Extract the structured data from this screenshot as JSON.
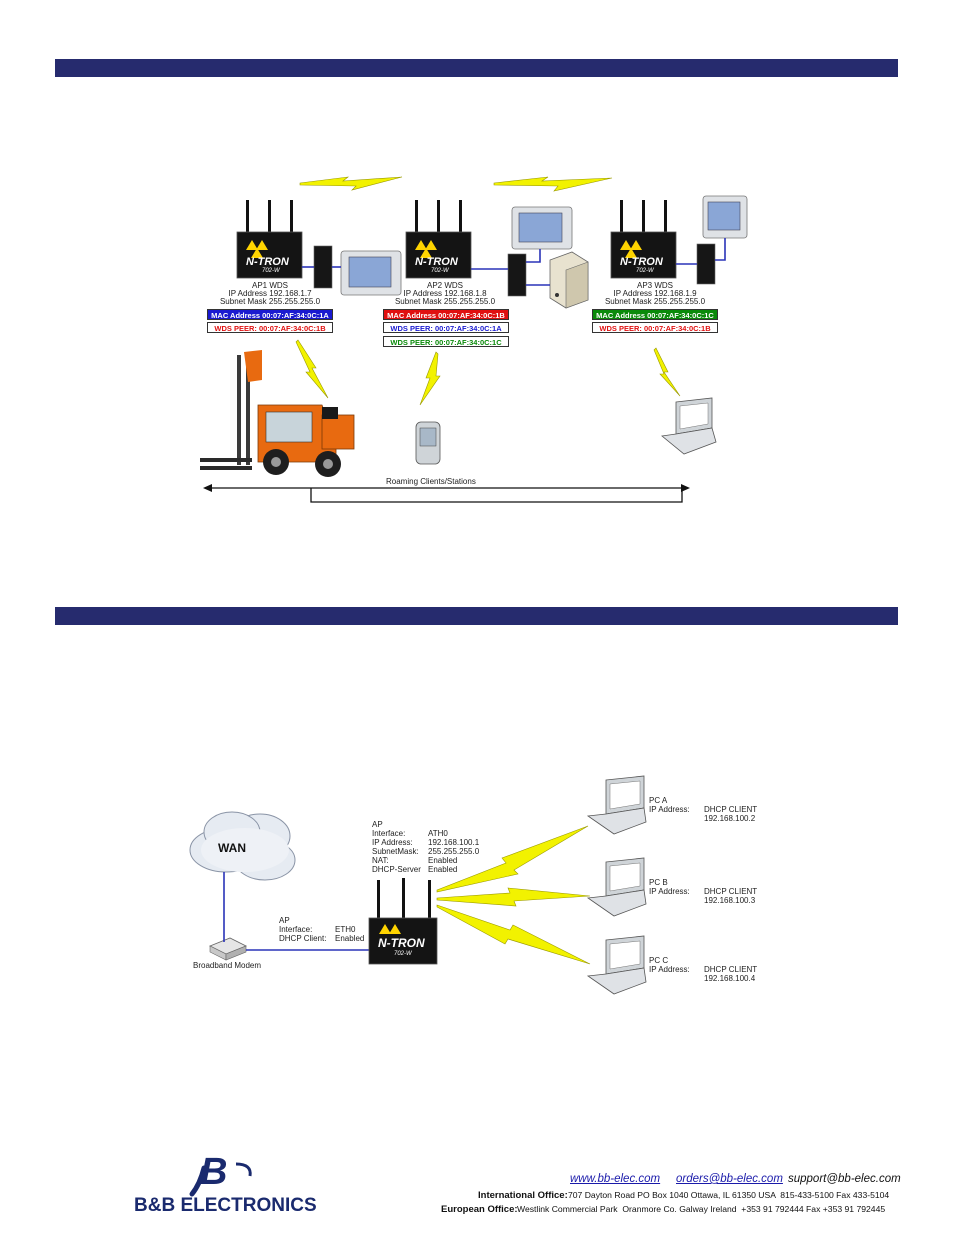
{
  "wds": {
    "ap1": {
      "title": "AP1 WDS",
      "ip": "IP Address 192.168.1.7",
      "mask": "Subnet Mask 255.255.255.0",
      "mac": "MAC Address 00:07:AF:34:0C:1A",
      "peer1": "WDS PEER:  00:07:AF:34:0C:1B"
    },
    "ap2": {
      "title": "AP2 WDS",
      "ip": "IP Address 192.168.1.8",
      "mask": "Subnet Mask 255.255.255.0",
      "mac": "MAC Address 00:07:AF:34:0C:1B",
      "peer1": "WDS PEER:  00:07:AF:34:0C:1A",
      "peer2": "WDS PEER:  00:07:AF:34:0C:1C"
    },
    "ap3": {
      "title": "AP3 WDS",
      "ip": "IP Address 192.168.1.9",
      "mask": "Subnet Mask 255.255.255.0",
      "mac": "MAC Address 00:07:AF:34:0C:1C",
      "peer1": "WDS PEER:  00:07:AF:34:0C:1B"
    },
    "brand": "N-TRON",
    "model": "702-W",
    "roaming": "Roaming Clients/Stations"
  },
  "dhcp": {
    "wan": "WAN",
    "modem": "Broadband Modem",
    "ap_top": {
      "title": "AP",
      "rows": [
        [
          "Interface:",
          "ATH0"
        ],
        [
          "IP Address:",
          "192.168.100.1"
        ],
        [
          "SubnetMask:",
          "255.255.255.0"
        ],
        [
          "NAT:",
          "Enabled"
        ],
        [
          "DHCP-Server",
          "Enabled"
        ]
      ]
    },
    "ap_left": {
      "title": "AP",
      "rows": [
        [
          "Interface:",
          "ETH0"
        ],
        [
          "DHCP Client:",
          "Enabled"
        ]
      ]
    },
    "pcs": [
      {
        "name": "PC A",
        "label": "IP Address:",
        "value": "DHCP CLIENT",
        "ip": "192.168.100.2"
      },
      {
        "name": "PC B",
        "label": "IP Address:",
        "value": "DHCP CLIENT",
        "ip": "192.168.100.3"
      },
      {
        "name": "PC C",
        "label": "IP Address:",
        "value": "DHCP CLIENT",
        "ip": "192.168.100.4"
      }
    ]
  },
  "footer": {
    "web": "www.bb-elec.com",
    "orders": "orders@bb-elec.com",
    "support": "support@bb-elec.com",
    "intl_label": "International Office:",
    "intl_text": "707 Dayton Road PO Box 1040 Ottawa, IL 61350 USA  815-433-5100 Fax 433-5104",
    "eu_label": "European Office:",
    "eu_text": "Westlink Commercial Park  Oranmore Co. Galway Ireland  +353 91 792444 Fax +353 91 792445",
    "logo_mark": "B",
    "logo_name": "B&B ELECTRONICS"
  }
}
